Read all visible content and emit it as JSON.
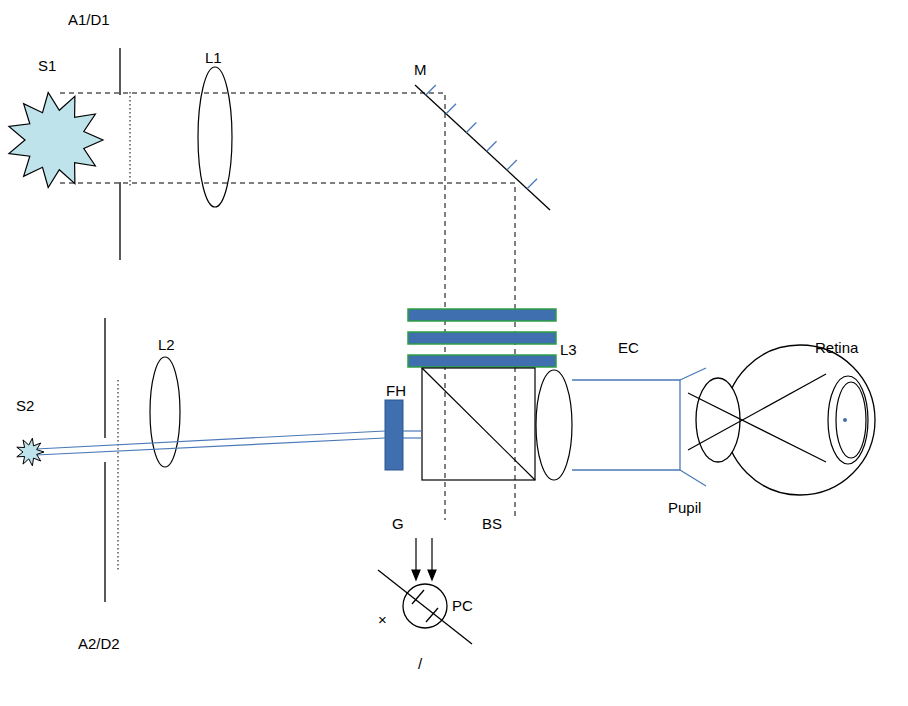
{
  "diagram": {
    "labels": [
      "A1/D1",
      "S1",
      "L1",
      "M",
      "S2",
      "L2",
      "FH",
      "G",
      "BS",
      "L3",
      "EC",
      "Pupil",
      "Retina",
      "A2/D2",
      "PC",
      "×",
      "/"
    ]
  }
}
